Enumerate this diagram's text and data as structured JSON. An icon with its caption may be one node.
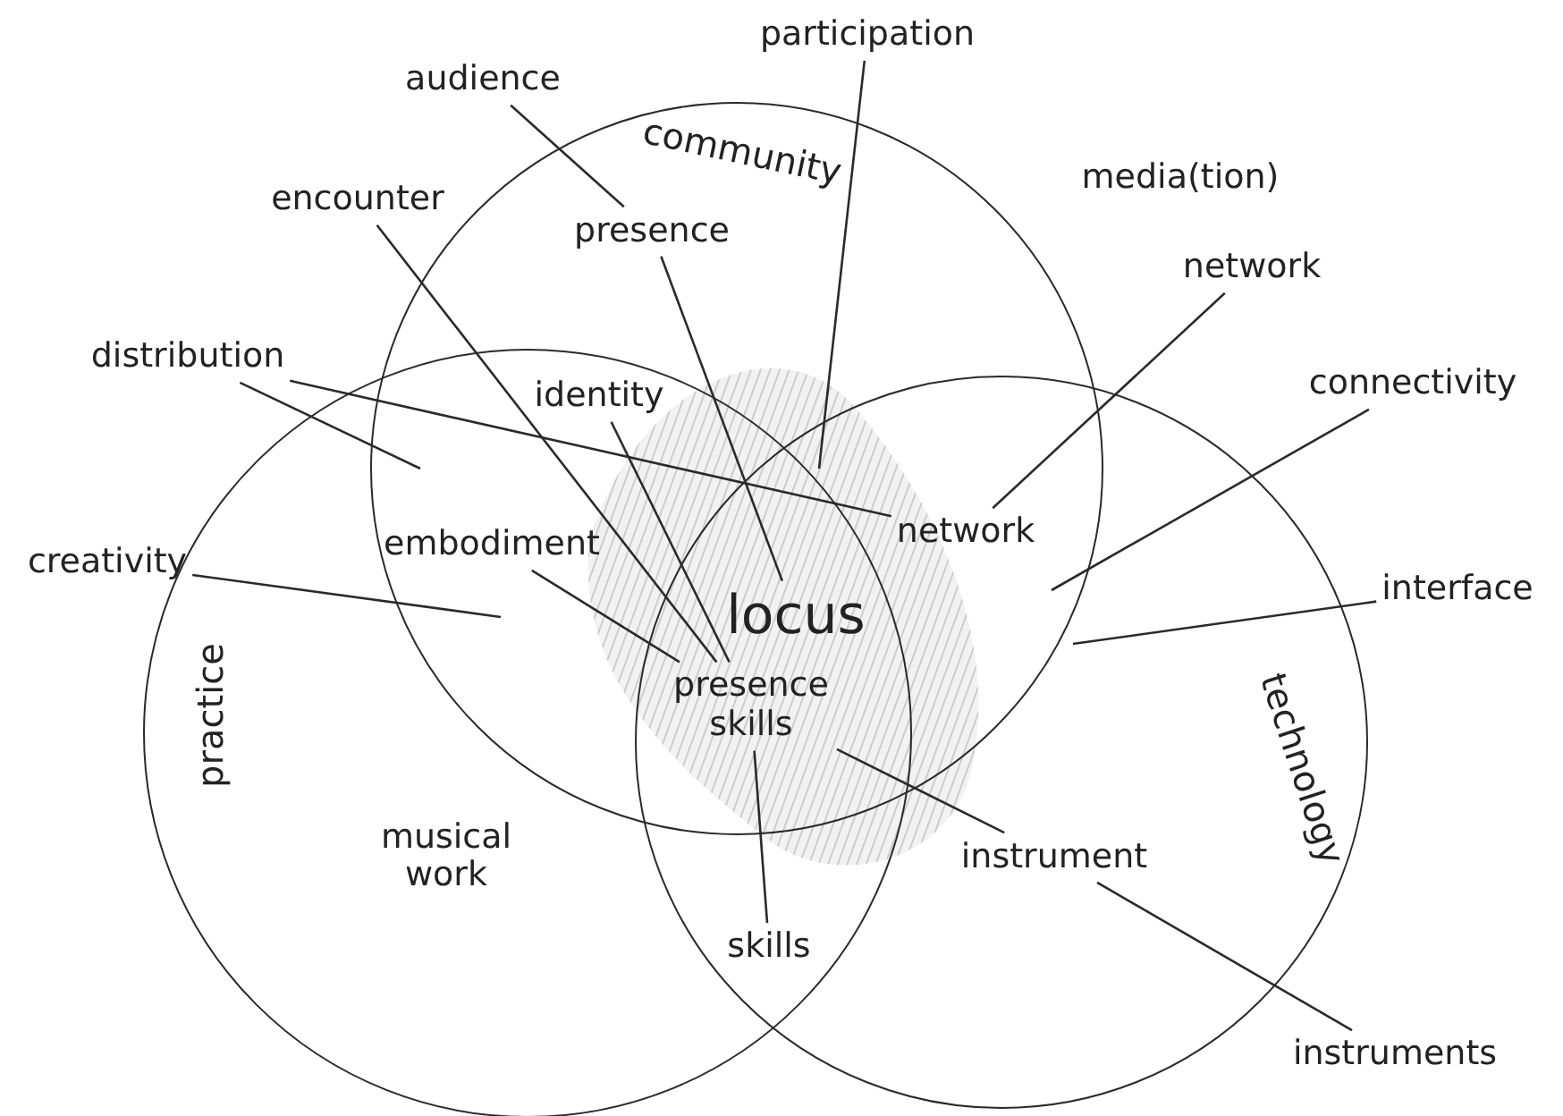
{
  "diagram": {
    "nodes": [
      {
        "text": [
          "community"
        ]
      },
      {
        "text": [
          "practice"
        ]
      },
      {
        "text": [
          "technology"
        ]
      },
      {
        "text": [
          "audience"
        ]
      },
      {
        "text": [
          "participation"
        ]
      },
      {
        "text": [
          "encounter"
        ]
      },
      {
        "text": [
          "presence"
        ],
        "in": 0
      },
      {
        "text": [
          "network"
        ]
      },
      {
        "text": [
          "distribution"
        ]
      },
      {
        "text": [
          "identity"
        ]
      },
      {
        "text": [
          "connectivity"
        ]
      },
      {
        "text": [
          "creativity"
        ]
      },
      {
        "text": [
          "embodiment"
        ]
      },
      {
        "text": [
          "network"
        ]
      },
      {
        "text": [
          "locus"
        ]
      },
      {
        "text": [
          "interface"
        ]
      },
      {
        "text": [
          "presence skills"
        ]
      },
      {
        "text": [
          "musical work"
        ],
        "in": 1
      },
      {
        "text": [
          "instrument"
        ],
        "in": 2
      },
      {
        "text": [
          "skills"
        ]
      },
      {
        "text": [
          "instruments"
        ]
      }
    ],
    "edges": [
      {
        "from": 3,
        "to": 6,
        "arrow": "none"
      },
      {
        "from": 4,
        "to": null,
        "arrow": "none"
      },
      {
        "from": 5,
        "to": 16,
        "arrow": "none"
      },
      {
        "from": 6,
        "to": 14,
        "arrow": "none"
      },
      {
        "from": 7,
        "to": 13,
        "arrow": "none"
      },
      {
        "from": 8,
        "to": 13,
        "arrow": "none"
      },
      {
        "from": 8,
        "to": null,
        "arrow": "none"
      },
      {
        "from": 9,
        "to": 16,
        "arrow": "none"
      },
      {
        "from": 10,
        "to": null,
        "arrow": "none"
      },
      {
        "from": 11,
        "to": null,
        "arrow": "none"
      },
      {
        "from": 12,
        "to": 16,
        "arrow": "none"
      },
      {
        "from": 15,
        "to": null,
        "arrow": "none"
      },
      {
        "from": 18,
        "to": 16,
        "arrow": "none"
      },
      {
        "from": 20,
        "to": 18,
        "arrow": "none"
      },
      {
        "from": 19,
        "to": 16,
        "arrow": "none"
      }
    ],
    "labels": [
      "media(tion)"
    ]
  }
}
